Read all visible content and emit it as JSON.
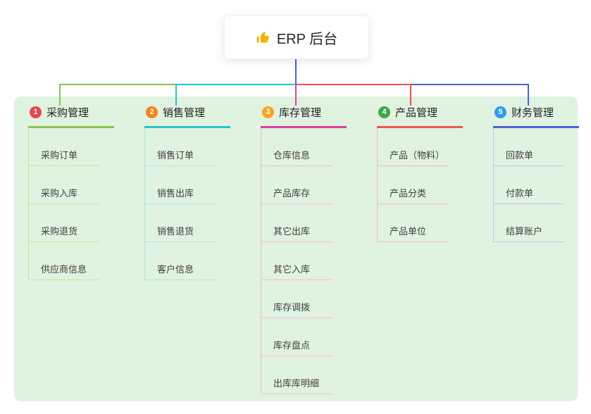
{
  "root": {
    "label": "ERP 后台",
    "icon": "thumbs-up-icon",
    "stem_color": "#4a62d8",
    "icon_color": "#f5b301"
  },
  "colors": {
    "panel_bg": "#e0f2e0"
  },
  "branches": [
    {
      "number": "1",
      "title": "采购管理",
      "badge_color": "#e5484d",
      "line_color": "#8bc34a",
      "child_line_color": "#c9e3a2",
      "children": [
        "采购订单",
        "采购入库",
        "采购退货",
        "供应商信息"
      ]
    },
    {
      "number": "2",
      "title": "销售管理",
      "badge_color": "#f7821b",
      "line_color": "#2ac3c9",
      "child_line_color": "#b0e4e2",
      "children": [
        "销售订单",
        "销售出库",
        "销售退货",
        "客户信息"
      ]
    },
    {
      "number": "3",
      "title": "库存管理",
      "badge_color": "#f9a41f",
      "line_color": "#e23e96",
      "child_line_color": "#f4bcd8",
      "children": [
        "仓库信息",
        "产品库存",
        "其它出库",
        "其它入库",
        "库存调拨",
        "库存盘点",
        "出库库明细"
      ]
    },
    {
      "number": "4",
      "title": "产品管理",
      "badge_color": "#3fa648",
      "line_color": "#ef5350",
      "child_line_color": "#f6bcba",
      "children": [
        "产品（物料）",
        "产品分类",
        "产品单位"
      ]
    },
    {
      "number": "5",
      "title": "财务管理",
      "badge_color": "#2b9cf2",
      "line_color": "#4a62d8",
      "child_line_color": "#bcc6ee",
      "children": [
        "回款单",
        "付款单",
        "结算账户"
      ]
    }
  ]
}
